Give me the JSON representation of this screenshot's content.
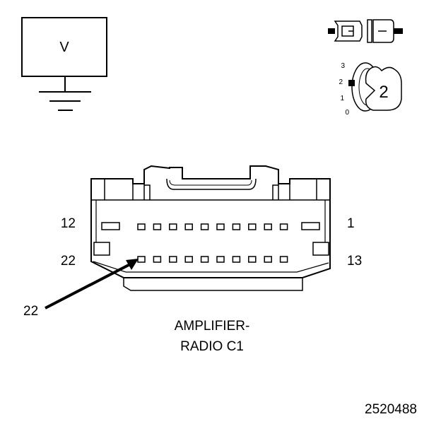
{
  "meter": {
    "label": "V"
  },
  "key_switch": {
    "positions": [
      "3",
      "2",
      "1",
      "0"
    ],
    "selected": "2"
  },
  "connector": {
    "name_line1": "AMPLIFIER-",
    "name_line2": "RADIO C1",
    "pin_top_left": "12",
    "pin_top_right": "1",
    "pin_bottom_left": "22",
    "pin_bottom_right": "13",
    "callout_pin": "22"
  },
  "figure_id": "2520488",
  "colors": {
    "ink": "#000000",
    "background": "#ffffff"
  }
}
